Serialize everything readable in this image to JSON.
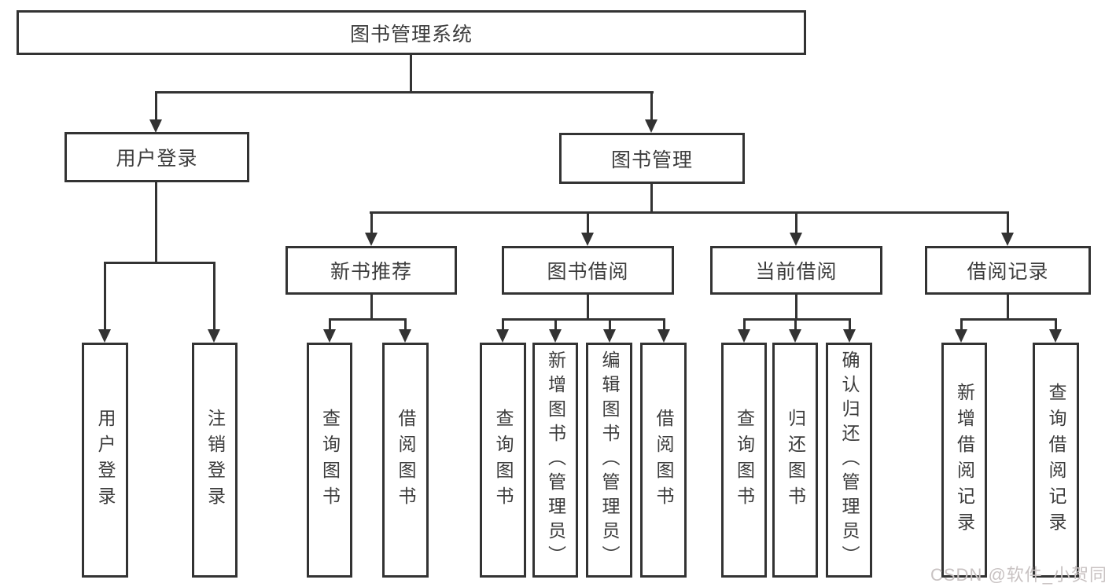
{
  "diagram": {
    "root": {
      "label": "图书管理系统"
    },
    "level2": [
      {
        "label": "用户登录"
      },
      {
        "label": "图书管理"
      }
    ],
    "level3": [
      {
        "label": "新书推荐"
      },
      {
        "label": "图书借阅"
      },
      {
        "label": "当前借阅"
      },
      {
        "label": "借阅记录"
      }
    ],
    "leaves": {
      "user_login": [
        {
          "label": "用户登录"
        },
        {
          "label": "注销登录"
        }
      ],
      "new_book": [
        {
          "label": "查询图书"
        },
        {
          "label": "借阅图书"
        }
      ],
      "book_borrow": [
        {
          "label": "查询图书"
        },
        {
          "label": "新增图书（管理员）"
        },
        {
          "label": "编辑图书（管理员）"
        },
        {
          "label": "借阅图书"
        }
      ],
      "current_borrow": [
        {
          "label": "查询图书"
        },
        {
          "label": "归还图书"
        },
        {
          "label": "确认归还（管理员）"
        }
      ],
      "borrow_records": [
        {
          "label": "新增借阅记录"
        },
        {
          "label": "查询借阅记录"
        }
      ]
    }
  },
  "watermark": {
    "text": "CSDN @软件_小贺同学"
  },
  "colors": {
    "line": "#333333",
    "text": "#3c3c3c",
    "background": "#ffffff",
    "watermark": "#c8c2c2"
  }
}
